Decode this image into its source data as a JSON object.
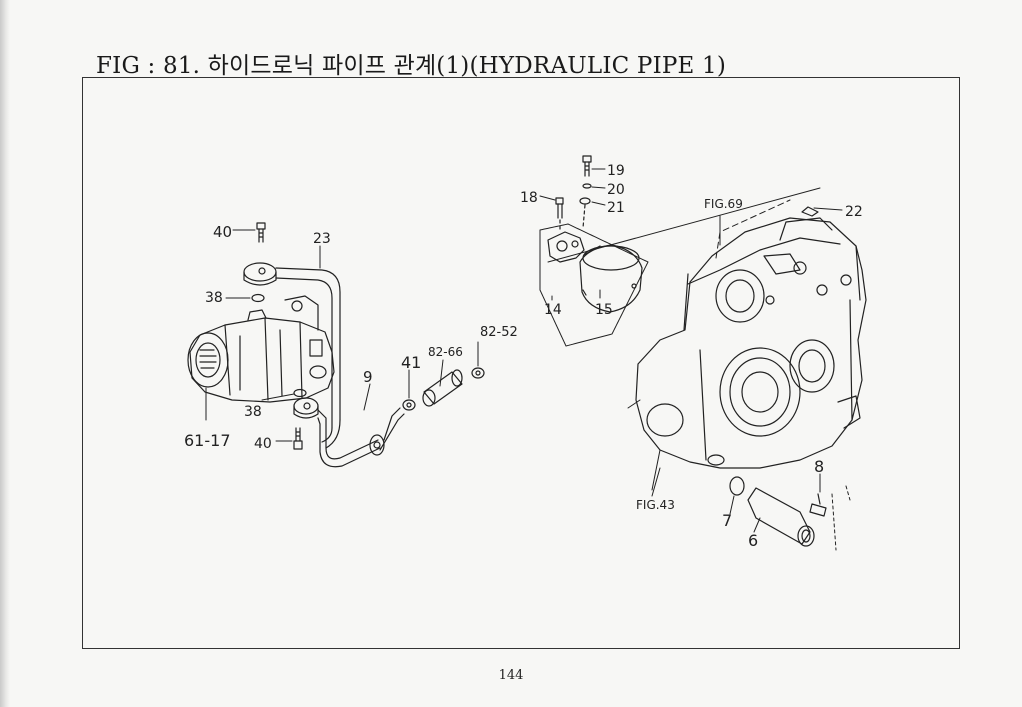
{
  "page": {
    "title": "FIG : 81. 하이드로닉 파이프 관계(1)(HYDRAULIC PIPE 1)",
    "number": "144"
  },
  "callouts": {
    "p40a": "40",
    "p23": "23",
    "p38a": "38",
    "p38b": "38",
    "p40b": "40",
    "p6117": "61-17",
    "p9": "9",
    "p41": "41",
    "p8266": "82-66",
    "p8252": "82-52",
    "p18": "18",
    "p19": "19",
    "p20": "20",
    "p21": "21",
    "p14": "14",
    "p15": "15",
    "fig69": "FIG.69",
    "p22": "22",
    "fig43": "FIG.43",
    "p8": "8",
    "p7": "7",
    "p6": "6"
  }
}
